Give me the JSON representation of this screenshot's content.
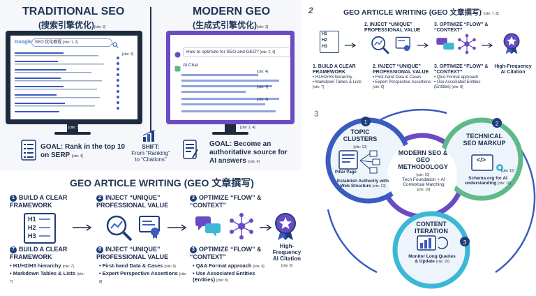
{
  "traditional": {
    "title": "TRADITIONAL SEO",
    "subtitle": "(搜索引擎优化)",
    "subtitle_cite": "[cite: 3]",
    "search_logo": "Google",
    "search_query": "SEO 优化教程",
    "search_cite": "[cite: 1, 2]",
    "side_cite": "[cite: 4]",
    "screen_cite": "[cite: 3]",
    "goal": "GOAL: Rank in the top 10 on SERP",
    "goal_cite": "[cite: 4]"
  },
  "modern": {
    "title": "MODERN GEO",
    "subtitle": "(生成式引擎优化)",
    "subtitle_cite": "[cite: 3]",
    "question": "How to optimize for SEO and GEO?",
    "question_cite": "[cite: 2, 4]",
    "chat_label": "AI Chat",
    "line_cite_a": "[cite: 4]",
    "line_cite_b": "[cite: 4]",
    "line_cite_c": "[cite: 4]",
    "screen_cite": "[cite: 2, 4]",
    "goal": "GOAL: Become an authoritative source for AI answers",
    "goal_cite": "[cite: 4]"
  },
  "shift": {
    "label": "SHIFT:",
    "from": "From “Ranking”",
    "to": "to “Citations”"
  },
  "geo_large": {
    "title": "GEO ARTICLE WRITING (GEO 文章撰写)",
    "step1": {
      "num": "1",
      "title": "BUILD A CLEAR FRAMEWORK"
    },
    "step2": {
      "num": "2",
      "title": "INJECT “UNIQUE” PROFESSIONAL VALUE"
    },
    "step3": {
      "num": "3",
      "title": "OPTIMIZE “FLOW” & “CONTEXT”"
    },
    "outcome": "High-Frequency AI Citation",
    "outcome_cite": "[cite: 8]",
    "h_tags": [
      "H1",
      "H2",
      "H3"
    ],
    "detail1": {
      "num": "7",
      "title": "BUILD A CLEAR FRAMEWORK",
      "bullets": [
        "H1/H2/H3 hierarchy",
        "Markdown Tables & Lists"
      ],
      "cites": [
        "[cite: 7]",
        "[cite: 7]"
      ]
    },
    "detail2": {
      "num": "8",
      "title": "INJECT “UNIQUE” PROFESSIONAL VALUE",
      "bullets": [
        "First-hand Data & Cases",
        "Expert Perspective Assertions"
      ],
      "cites": [
        "[cite: 8]",
        "[cite: 8]"
      ]
    },
    "detail3": {
      "num": "3",
      "title": "OPTIMIZE “FLOW” & “CONTEXT”",
      "bullets": [
        "Q&A Format approach",
        "Use Associated Entities (Entities)"
      ],
      "cites": [
        "[cite: 8]",
        "[cite: 8]"
      ]
    }
  },
  "geo_small": {
    "corner_num": "2",
    "title": "GEO ARTICLE WRITING (GEO 文章撰写)",
    "title_cite": "[cite: 7, 8]",
    "h_tags": [
      "H1",
      "H2",
      "H3"
    ],
    "step2": "2. INJECT “UNIQUE” PROFESSIONAL VALUE",
    "step3": "3. OPTIMIZE “FLOW” & “CONTEXT”",
    "detail1": {
      "title": "1. BUILD A CLEAR FRAMEWORK",
      "bullets": [
        "H1/H2/H3 hierarchy",
        "Markdown Tables & Lists"
      ],
      "cite": "[cite: 7]"
    },
    "detail2": {
      "title": "2. INJECT “UNIQUE” PROFESSIONAL VALUE",
      "bullets": [
        "First-hand Data & Cases",
        "Expert Perspective Assertions"
      ],
      "cite": "[cite: 8]"
    },
    "detail3": {
      "title": "3. OPTIMIZE “FLOW” & “CONTEXT”",
      "bullets": [
        "Q&A Format approach",
        "Use Associated Entities (Entities)"
      ],
      "cite": "[cite: 8]"
    },
    "outcome": "High-Frequency AI Citation"
  },
  "methodology": {
    "corner_num": "3",
    "center_title": "MODERN SEO & GEO METHODOLOGY",
    "center_cite": "[cite: 10]",
    "center_desc": "Tech Foundation + AI Contextual Matching",
    "center_desc_cite": "[cite: 10]",
    "topic": {
      "num": "1",
      "title": "TOPIC CLUSTERS",
      "cite": "[cite: 10]",
      "pillar": "Pillar Page",
      "desc": "Establish Authority with Web Structure",
      "desc_cite": "[cite: 10]"
    },
    "markup": {
      "num": "2",
      "title": "TECHNICAL SEO MARKUP",
      "code": "</>",
      "cite": "[cite: 10]",
      "desc": "Schema.org for AI understanding",
      "desc_cite": "[cite: 10]"
    },
    "content": {
      "num": "3",
      "title": "CONTENT ITERATION",
      "desc": "Monitor Long Queries & Update",
      "desc_cite": "[cite: 10]"
    }
  },
  "colors": {
    "navy": "#1f3d7a",
    "blue": "#3b5bbf",
    "purple": "#6a4bc4",
    "monitor": "#1e2a3e",
    "cyan": "#3cb8d6",
    "green": "#5fb98a"
  }
}
